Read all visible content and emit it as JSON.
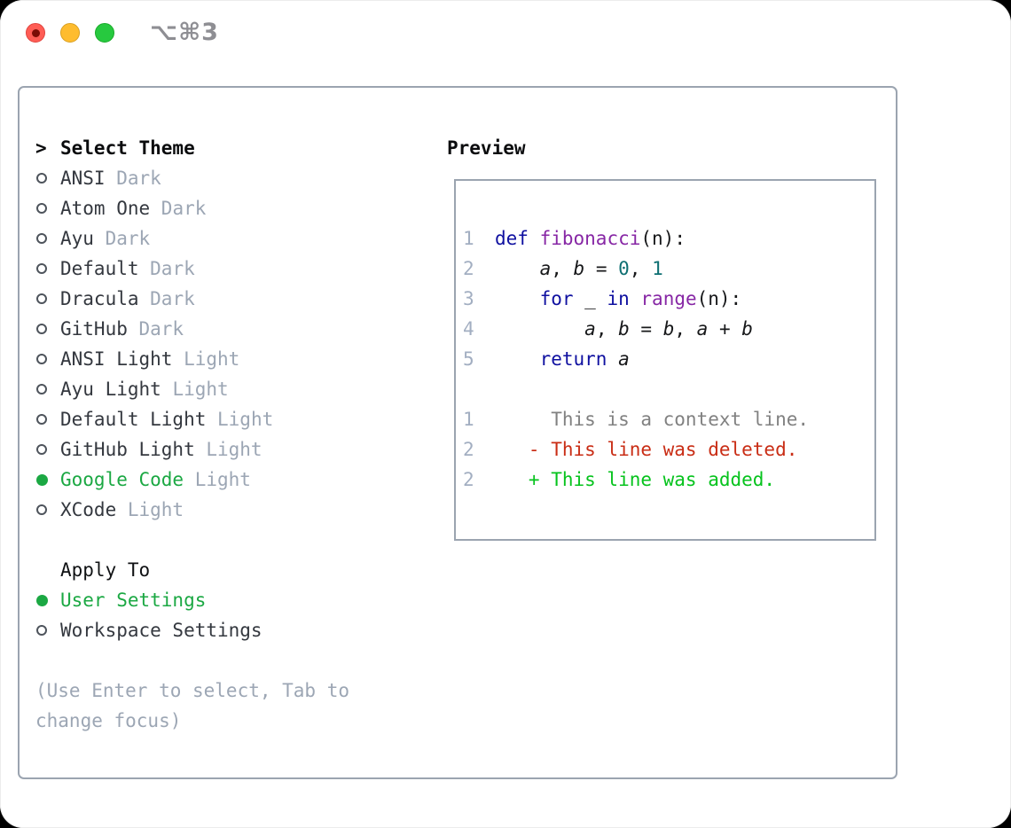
{
  "window": {
    "title": "⌥⌘3"
  },
  "colors": {
    "accent_green": "#1ba843",
    "added_green": "#06c31d",
    "deleted_red": "#c92d15",
    "context_gray": "#818181",
    "keyword_blue": "#0f10a0",
    "function_purple": "#8727a5",
    "literal_teal": "#0e6f72",
    "code_plain": "#17181a",
    "line_number": "#a2aec1",
    "muted_text": "#9ca6b4",
    "item_text": "#34383f",
    "traffic_red": "#ff5d55",
    "traffic_yellow": "#febc2e",
    "traffic_green": "#27c93f"
  },
  "theme_panel": {
    "header": "Select Theme",
    "cursor": ">",
    "items": [
      {
        "name": "ANSI",
        "variant": "Dark",
        "selected": false
      },
      {
        "name": "Atom One",
        "variant": "Dark",
        "selected": false
      },
      {
        "name": "Ayu",
        "variant": "Dark",
        "selected": false
      },
      {
        "name": "Default",
        "variant": "Dark",
        "selected": false
      },
      {
        "name": "Dracula",
        "variant": "Dark",
        "selected": false
      },
      {
        "name": "GitHub",
        "variant": "Dark",
        "selected": false
      },
      {
        "name": "ANSI Light",
        "variant": "Light",
        "selected": false
      },
      {
        "name": "Ayu Light",
        "variant": "Light",
        "selected": false
      },
      {
        "name": "Default Light",
        "variant": "Light",
        "selected": false
      },
      {
        "name": "GitHub Light",
        "variant": "Light",
        "selected": false
      },
      {
        "name": "Google Code",
        "variant": "Light",
        "selected": true
      },
      {
        "name": "XCode",
        "variant": "Light",
        "selected": false
      }
    ],
    "apply_to": {
      "header": "Apply To",
      "options": [
        {
          "label": "User Settings",
          "selected": true
        },
        {
          "label": "Workspace Settings",
          "selected": false
        }
      ]
    },
    "help_lines": [
      "(Use Enter to select, Tab to",
      "change focus)"
    ]
  },
  "preview": {
    "header": "Preview",
    "lines": [
      {
        "num": "1",
        "segments": [
          {
            "t": "def",
            "c": "kw"
          },
          {
            "t": " ",
            "c": "pl"
          },
          {
            "t": "fibonacci",
            "c": "fn"
          },
          {
            "t": "(n):",
            "c": "pl"
          }
        ]
      },
      {
        "num": "2",
        "segments": [
          {
            "t": "    ",
            "c": "pl"
          },
          {
            "t": "a",
            "c": "var"
          },
          {
            "t": ", ",
            "c": "pl"
          },
          {
            "t": "b",
            "c": "var"
          },
          {
            "t": " = ",
            "c": "pl"
          },
          {
            "t": "0",
            "c": "num"
          },
          {
            "t": ", ",
            "c": "pl"
          },
          {
            "t": "1",
            "c": "num"
          }
        ]
      },
      {
        "num": "3",
        "segments": [
          {
            "t": "    ",
            "c": "pl"
          },
          {
            "t": "for",
            "c": "kw"
          },
          {
            "t": " _ ",
            "c": "pl"
          },
          {
            "t": "in",
            "c": "kw"
          },
          {
            "t": " ",
            "c": "pl"
          },
          {
            "t": "range",
            "c": "fn"
          },
          {
            "t": "(n):",
            "c": "pl"
          }
        ]
      },
      {
        "num": "4",
        "segments": [
          {
            "t": "        ",
            "c": "pl"
          },
          {
            "t": "a",
            "c": "var"
          },
          {
            "t": ", ",
            "c": "pl"
          },
          {
            "t": "b",
            "c": "var"
          },
          {
            "t": " = ",
            "c": "pl"
          },
          {
            "t": "b",
            "c": "var"
          },
          {
            "t": ", ",
            "c": "pl"
          },
          {
            "t": "a",
            "c": "var"
          },
          {
            "t": " + ",
            "c": "pl"
          },
          {
            "t": "b",
            "c": "var"
          }
        ]
      },
      {
        "num": "5",
        "segments": [
          {
            "t": "    ",
            "c": "pl"
          },
          {
            "t": "return",
            "c": "kw"
          },
          {
            "t": " ",
            "c": "pl"
          },
          {
            "t": "a",
            "c": "var"
          }
        ]
      },
      {
        "num": "",
        "segments": []
      },
      {
        "num": "1",
        "segments": [
          {
            "t": "     This is a context line.",
            "c": "ctx"
          }
        ]
      },
      {
        "num": "2",
        "segments": [
          {
            "t": "   - This line was deleted.",
            "c": "del"
          }
        ]
      },
      {
        "num": "2",
        "segments": [
          {
            "t": "   + This line was added.",
            "c": "add"
          }
        ]
      }
    ]
  }
}
